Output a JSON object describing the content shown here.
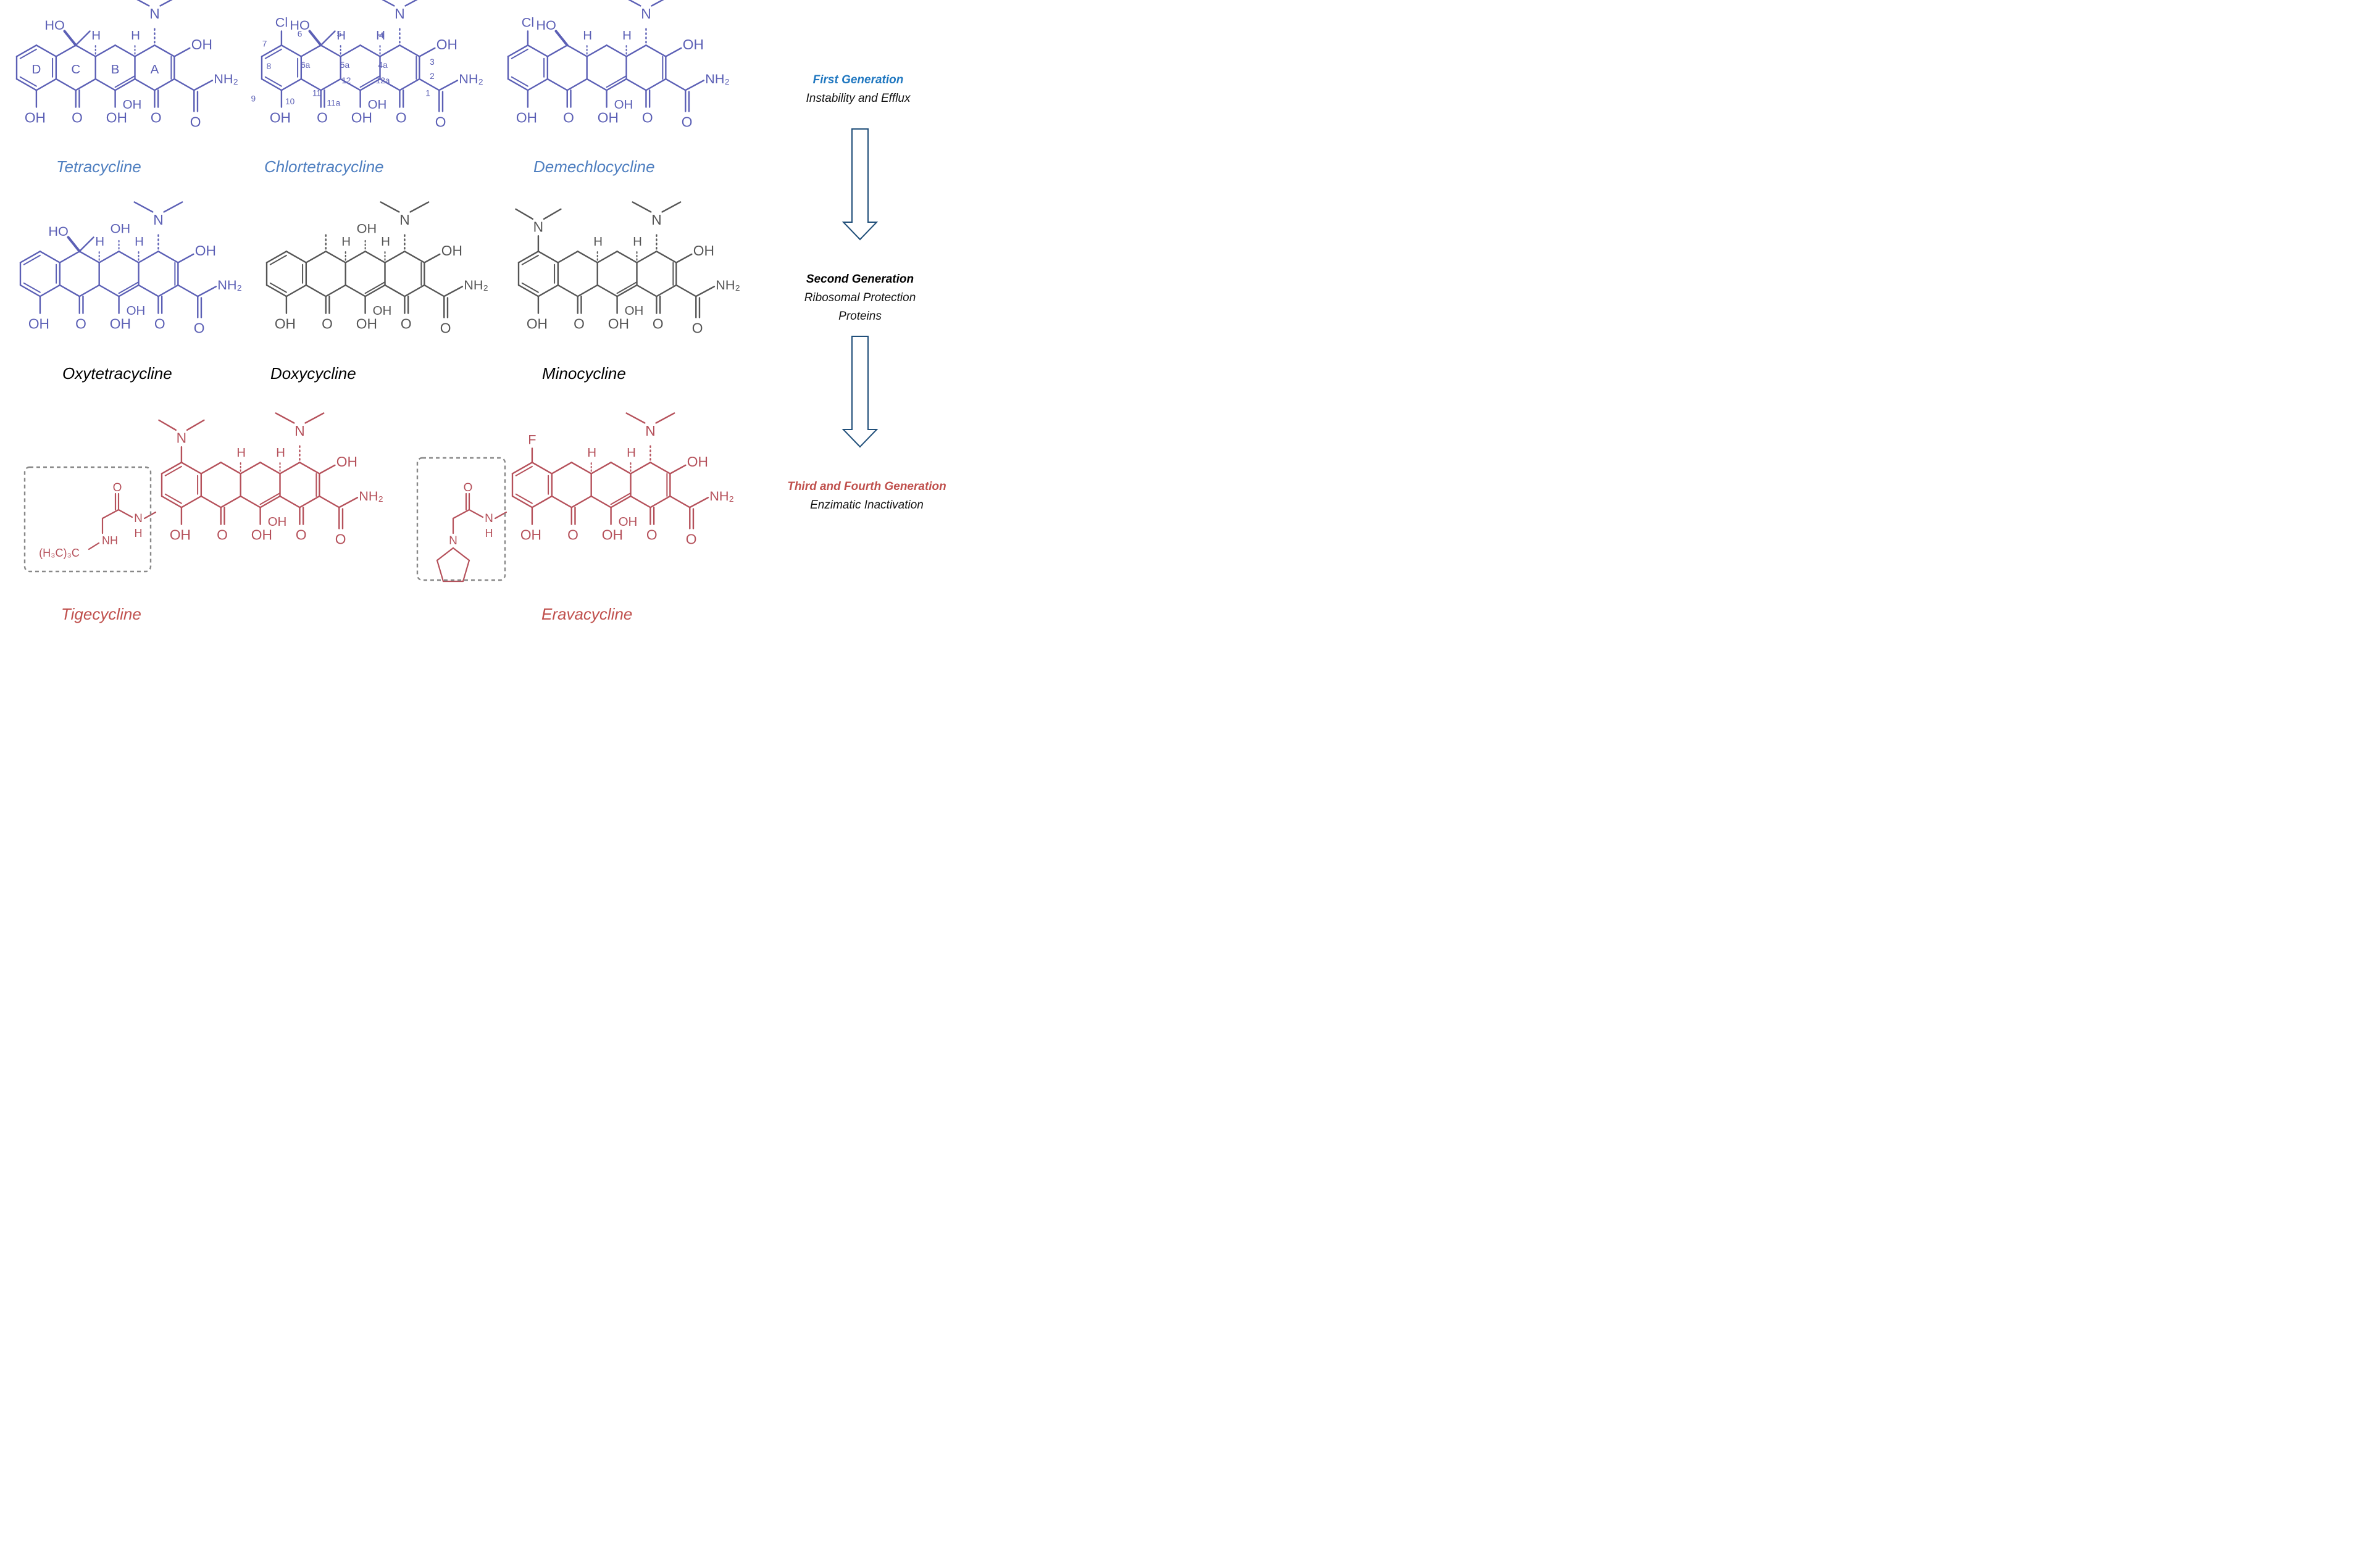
{
  "colors": {
    "first": "#5b5fb5",
    "first_label": "#4f7fc0",
    "second_blue": "#5b5fb5",
    "second": "#555555",
    "third": "#b5505a",
    "third_label": "#c0504d",
    "gen_first_title": "#1f77c0",
    "gen_third_title": "#c0504d",
    "arrow": "#1f4e79",
    "box": "#888888"
  },
  "molecules": {
    "tetracycline": {
      "name": "Tetracycline",
      "top_left": "HO",
      "ring_letters": [
        "D",
        "C",
        "B",
        "A"
      ],
      "h1": "H",
      "h2": "H",
      "nme2": "N",
      "oh_right": "OH",
      "nh2": "NH₂",
      "bottom": [
        "OH",
        "O",
        "OH",
        "OH",
        "O",
        "O"
      ]
    },
    "chlortetracycline": {
      "name": "Chlortetracycline",
      "cl": "Cl",
      "top_left": "HO",
      "h1": "H",
      "h2": "H",
      "nme2": "N",
      "oh_right": "OH",
      "nh2": "NH₂",
      "positions": [
        "7",
        "6",
        "5",
        "4",
        "8",
        "6a",
        "5a",
        "4a",
        "3",
        "2",
        "12",
        "12a",
        "11",
        "9",
        "10",
        "11a",
        "1"
      ],
      "bottom": [
        "OH",
        "O",
        "OH",
        "OH",
        "O",
        "O"
      ]
    },
    "demechlocycline": {
      "name": "Demechlocycline",
      "cl": "Cl",
      "top_left": "HO",
      "h1": "H",
      "h2": "H",
      "nme2": "N",
      "oh_right": "OH",
      "nh2": "NH₂",
      "bottom": [
        "OH",
        "O",
        "OH",
        "OH",
        "O",
        "O"
      ]
    },
    "oxytetracycline": {
      "name": "Oxytetracycline",
      "top_left": "HO",
      "top_oh": "OH",
      "h1": "H",
      "h2": "H",
      "nme2": "N",
      "oh_right": "OH",
      "nh2": "NH₂",
      "bottom": [
        "OH",
        "O",
        "OH",
        "OH",
        "O",
        "O"
      ]
    },
    "doxycycline": {
      "name": "Doxycycline",
      "top_oh": "OH",
      "h1": "H",
      "h2": "H",
      "nme2": "N",
      "oh_right": "OH",
      "nh2": "NH₂",
      "bottom": [
        "OH",
        "O",
        "OH",
        "OH",
        "O",
        "O"
      ]
    },
    "minocycline": {
      "name": "Minocycline",
      "nme2_left": "N",
      "h1": "H",
      "h2": "H",
      "nme2": "N",
      "oh_right": "OH",
      "nh2": "NH₂",
      "bottom": [
        "OH",
        "O",
        "OH",
        "OH",
        "O",
        "O"
      ]
    },
    "tigecycline": {
      "name": "Tigecycline",
      "nme2_left": "N",
      "h1": "H",
      "h2": "H",
      "nme2": "N",
      "oh_right": "OH",
      "nh2": "NH₂",
      "side_o": "O",
      "side_n": "N",
      "side_h": "H",
      "side_nh": "NH",
      "side_tbu": "(H₃C)₃C",
      "bottom": [
        "OH",
        "O",
        "OH",
        "OH",
        "O",
        "O"
      ]
    },
    "eravacycline": {
      "name": "Eravacycline",
      "f": "F",
      "h1": "H",
      "h2": "H",
      "nme2": "N",
      "oh_right": "OH",
      "nh2": "NH₂",
      "side_o": "O",
      "side_n": "N",
      "side_h": "H",
      "ring_n": "N",
      "bottom": [
        "OH",
        "O",
        "OH",
        "OH",
        "O",
        "O"
      ]
    }
  },
  "generations": {
    "first": {
      "title": "First Generation",
      "subtitle": "Instability and Efflux"
    },
    "second": {
      "title": "Second Generation",
      "subtitle_1": "Ribosomal Protection",
      "subtitle_2": "Proteins"
    },
    "third": {
      "title": "Third and Fourth Generation",
      "subtitle": "Enzimatic Inactivation"
    }
  }
}
